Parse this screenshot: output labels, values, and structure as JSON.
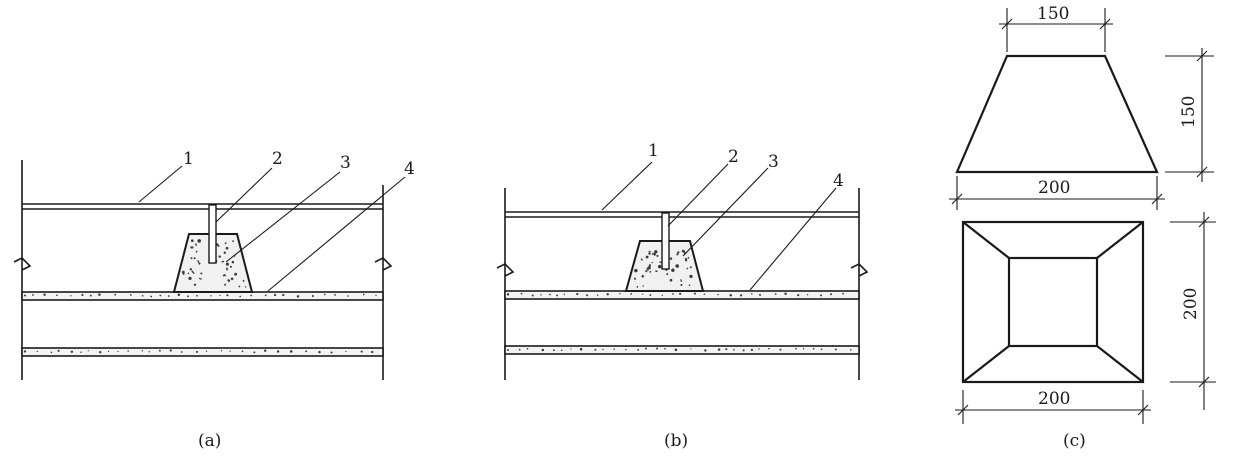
{
  "panels": {
    "a": {
      "caption": "(a)",
      "callouts": [
        "1",
        "2",
        "3",
        "4"
      ]
    },
    "b": {
      "caption": "(b)",
      "callouts": [
        "1",
        "2",
        "3",
        "4"
      ]
    },
    "c": {
      "caption": "(c)",
      "elevation": {
        "top_width": "150",
        "height": "150",
        "bottom_width": "200"
      },
      "plan": {
        "height": "200",
        "width": "200"
      }
    }
  }
}
